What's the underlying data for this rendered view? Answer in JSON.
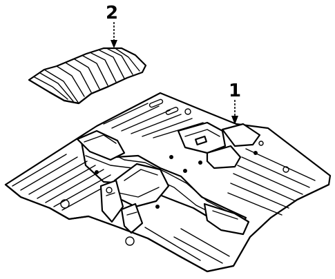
{
  "diagram": {
    "callouts": [
      {
        "number": "1",
        "part": "floor-pan"
      },
      {
        "number": "2",
        "part": "heat-shield"
      }
    ]
  }
}
